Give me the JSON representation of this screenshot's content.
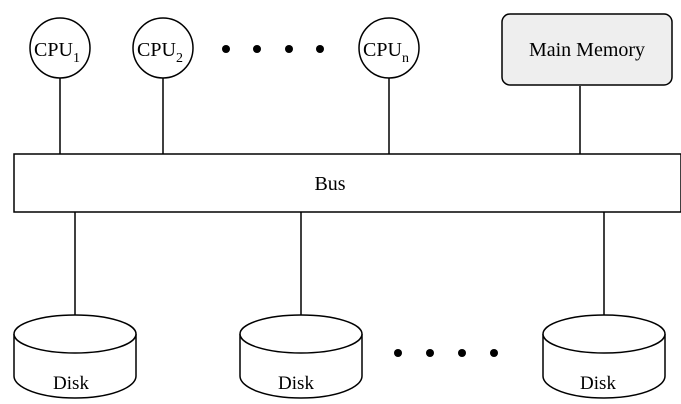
{
  "diagram": {
    "cpus": [
      {
        "base": "CPU",
        "sub": "1"
      },
      {
        "base": "CPU",
        "sub": "2"
      },
      {
        "base": "CPU",
        "sub": "n"
      }
    ],
    "cpu_ellipsis": "• • • •",
    "memory": {
      "label": "Main Memory",
      "fill": "#eeeeee"
    },
    "bus": {
      "label": "Bus"
    },
    "disks": [
      {
        "label": "Disk"
      },
      {
        "label": "Disk"
      },
      {
        "label": "Disk"
      }
    ],
    "disk_ellipsis": "• • • •",
    "colors": {
      "stroke": "#000000",
      "background": "#ffffff"
    }
  }
}
